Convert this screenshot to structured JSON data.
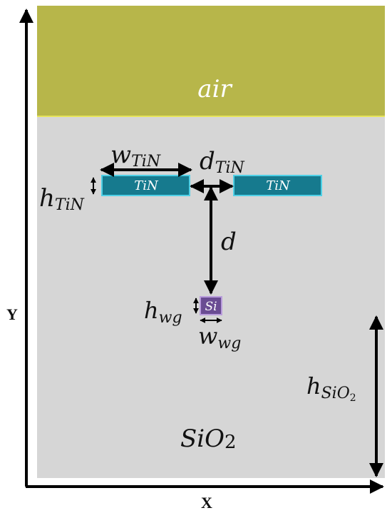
{
  "regions": {
    "air": {
      "label": "air",
      "color": "#b7b64a"
    },
    "substrate": {
      "label": "SiO",
      "label_sub": "2",
      "color": "#d6d6d6"
    }
  },
  "structures": {
    "tin_left": {
      "label": "TiN",
      "color": "#167a8e",
      "border": "#4fd0e6"
    },
    "tin_right": {
      "label": "TiN",
      "color": "#167a8e",
      "border": "#4fd0e6"
    },
    "waveguide": {
      "label": "Si",
      "color": "#6a4c93",
      "border": "#b99ddc"
    }
  },
  "dimensions": {
    "w_tin": {
      "main": "w",
      "sub": "TiN"
    },
    "d_tin": {
      "main": "d",
      "sub": "TiN"
    },
    "h_tin": {
      "main": "h",
      "sub": "TiN"
    },
    "d": {
      "main": "d"
    },
    "h_wg": {
      "main": "h",
      "sub": "wg"
    },
    "w_wg": {
      "main": "w",
      "sub": "wg"
    },
    "h_sio2": {
      "main": "h",
      "sub": "SiO",
      "subsub": "2"
    }
  },
  "axes": {
    "x": "X",
    "y": "Y"
  }
}
